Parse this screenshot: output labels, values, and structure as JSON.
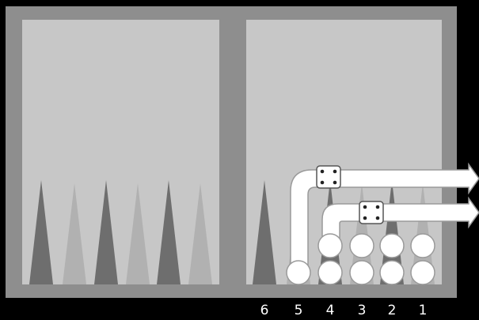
{
  "colors": {
    "background": "#000000",
    "board_frame": "#8e8e8e",
    "quarter_field": "#c7c7c7",
    "point_dark": "#6e6e6e",
    "point_light": "#b1b1b1",
    "checker": "#ffffff",
    "checker_outline": "#9a9a9a",
    "arrow": "#ffffff",
    "arrow_outline": "#9a9a9a",
    "die_face": "#ffffff",
    "die_pip": "#222222"
  },
  "point_labels": [
    "6",
    "5",
    "4",
    "3",
    "2",
    "1"
  ],
  "home_board_checkers": {
    "point_5": 1,
    "point_4": 2,
    "point_3": 2,
    "point_2": 2,
    "point_1": 2
  },
  "moves": [
    {
      "from_point": "5",
      "die_value": 4,
      "action": "bear-off"
    },
    {
      "from_point": "4",
      "die_value": 4,
      "action": "bear-off"
    }
  ],
  "icons": {
    "die": "die-four-icon",
    "arrow": "bear-off-arrow-icon"
  }
}
